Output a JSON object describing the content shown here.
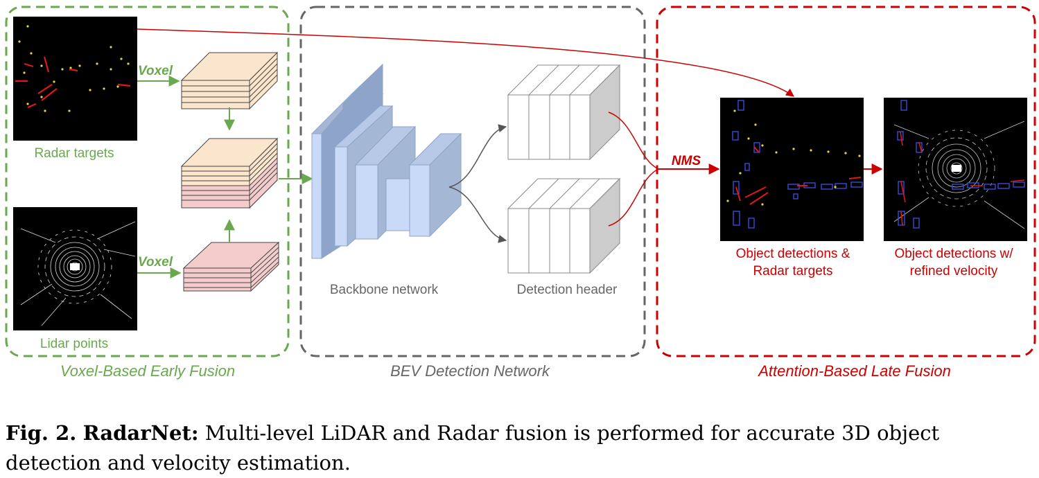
{
  "colors": {
    "green": "#6aa84f",
    "gray": "#666666",
    "red": "#cc0000",
    "peach": "#fce5cd",
    "pink": "#f4cccc",
    "blue": "#c9daf8",
    "blue_side": "#a4b7d4",
    "blue_dark": "#8ea4c8"
  },
  "sections": {
    "early": "Voxel-Based Early Fusion",
    "bev": "BEV Detection Network",
    "late": "Attention-Based Late Fusion"
  },
  "labels": {
    "radar_targets": "Radar targets",
    "lidar_points": "Lidar points",
    "voxel_top": "Voxel",
    "voxel_bottom": "Voxel",
    "backbone": "Backbone network",
    "header": "Detection header",
    "nms": "NMS",
    "det_radar_1": "Object detections &",
    "det_radar_2": "Radar targets",
    "det_vel_1": "Object detections w/",
    "det_vel_2": "refined velocity"
  },
  "images": {
    "radar": "radar-bev-image",
    "lidar": "lidar-bev-image",
    "det_radar": "detections-with-radar-image",
    "det_vel": "detections-with-velocity-image"
  },
  "caption": {
    "label": "Fig. 2.",
    "title": "RadarNet:",
    "text": " Multi-level LiDAR and Radar fusion is performed for accurate 3D object detection and velocity estimation."
  }
}
